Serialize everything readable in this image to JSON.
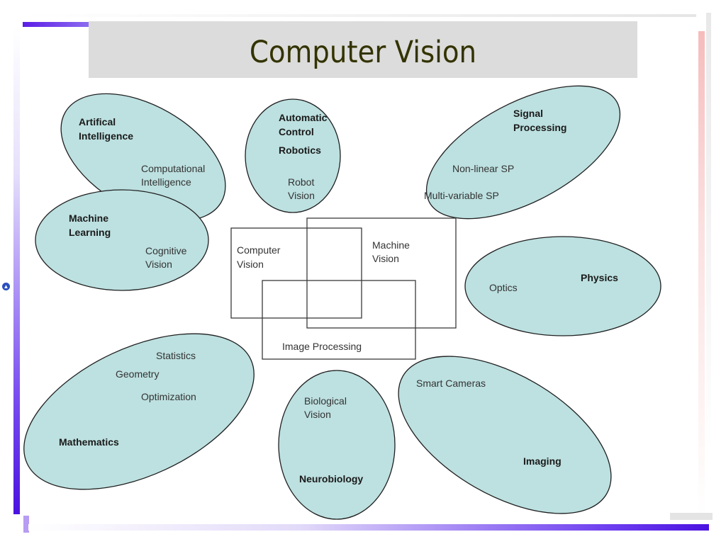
{
  "title": "Computer Vision",
  "nav_icon": "circle-up-arrow-icon",
  "colors": {
    "bubble_fill": "#bde0e0",
    "title_text": "#333300",
    "title_background": "#dcdcdc",
    "accent": "#5b1ee6"
  },
  "fields": {
    "ai": {
      "title_1": "Artifical",
      "title_2": "Intelligence",
      "sub_1": "Computational",
      "sub_2": "Intelligence"
    },
    "control": {
      "title_1": "Automatic",
      "title_2": "Control",
      "title_3": "Robotics",
      "sub_1": "Robot",
      "sub_2": "Vision"
    },
    "signal": {
      "title_1": "Signal",
      "title_2": "Processing",
      "sub_1": "Non-linear SP",
      "sub_2": "Multi-variable SP"
    },
    "ml": {
      "title_1": "Machine",
      "title_2": "Learning",
      "sub_1": "Cognitive",
      "sub_2": "Vision"
    },
    "physics": {
      "title": "Physics",
      "sub": "Optics"
    },
    "math": {
      "title": "Mathematics",
      "sub_1": "Statistics",
      "sub_2": "Geometry",
      "sub_3": "Optimization"
    },
    "neuro": {
      "title": "Neurobiology",
      "sub_1": "Biological",
      "sub_2": "Vision"
    },
    "imaging": {
      "title": "Imaging",
      "sub": "Smart Cameras"
    }
  },
  "center": {
    "cv_1": "Computer",
    "cv_2": "Vision",
    "mv_1": "Machine",
    "mv_2": "Vision",
    "ip": "Image Processing"
  }
}
